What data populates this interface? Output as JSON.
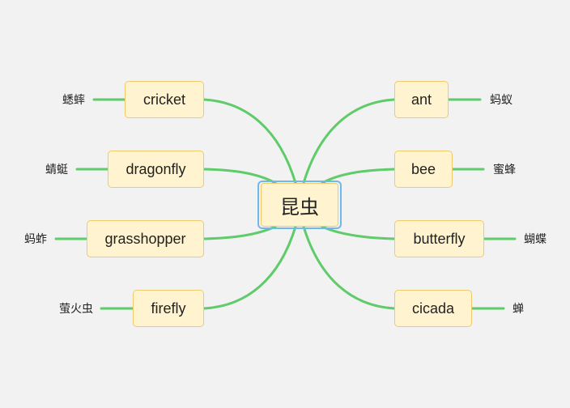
{
  "diagram": {
    "center": {
      "label": "昆虫"
    },
    "left_branches": [
      {
        "english": "cricket",
        "chinese": "蟋蟀"
      },
      {
        "english": "dragonfly",
        "chinese": "蜻蜓"
      },
      {
        "english": "grasshopper",
        "chinese": "蚂蚱"
      },
      {
        "english": "firefly",
        "chinese": "萤火虫"
      }
    ],
    "right_branches": [
      {
        "english": "ant",
        "chinese": "蚂蚁"
      },
      {
        "english": "bee",
        "chinese": "蜜蜂"
      },
      {
        "english": "butterfly",
        "chinese": "蝴蝶"
      },
      {
        "english": "cicada",
        "chinese": "蝉"
      }
    ],
    "colors": {
      "connector": "#5fcb6a",
      "node_fill": "#fff4cf",
      "node_border": "#efc96a",
      "selection": "#6fb8ea",
      "background": "#f2f2f2"
    }
  }
}
